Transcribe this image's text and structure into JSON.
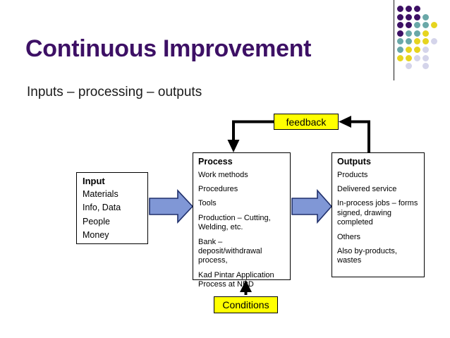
{
  "slide": {
    "title": "Continuous Improvement",
    "subtitle": "Inputs – processing – outputs",
    "title_color": "#3d1065",
    "background_color": "#ffffff"
  },
  "logo": {
    "name": "dot-grid-logo",
    "colors": {
      "purple": "#3d1065",
      "teal": "#6aa8a8",
      "yellow": "#e6d41e",
      "lavender": "#d4d4ea"
    },
    "grid": [
      [
        "purple",
        "purple",
        "purple",
        null,
        null
      ],
      [
        "purple",
        "purple",
        "purple",
        "teal",
        null
      ],
      [
        "purple",
        "purple",
        "teal",
        "teal",
        "yellow"
      ],
      [
        "purple",
        "teal",
        "teal",
        "yellow",
        null
      ],
      [
        "teal",
        "teal",
        "yellow",
        "yellow",
        "lavender"
      ],
      [
        "teal",
        "yellow",
        "yellow",
        "lavender",
        null
      ],
      [
        "yellow",
        "yellow",
        "lavender",
        "lavender",
        null
      ],
      [
        null,
        "lavender",
        null,
        "lavender",
        null
      ]
    ]
  },
  "diagram": {
    "input_box": {
      "title": "Input",
      "lines": [
        "Materials",
        "Info, Data",
        "People",
        "Money"
      ]
    },
    "process_box": {
      "title": "Process",
      "lines": [
        "Work methods",
        "Procedures",
        "Tools",
        "Production – Cutting, Welding, etc.",
        "Bank – deposit/withdrawal process,",
        "Kad Pintar Application Process at NRD"
      ]
    },
    "outputs_box": {
      "title": "Outputs",
      "lines": [
        "Products",
        "Delivered service",
        "In-process jobs – forms signed, drawing completed",
        "Others",
        "Also by-products, wastes"
      ]
    },
    "feedback_label": "feedback",
    "conditions_label": "Conditions",
    "arrow_fill": "#8097d6",
    "arrow_stroke": "#1f2f6b",
    "label_fill": "#ffff00",
    "connector_color": "#000000"
  }
}
